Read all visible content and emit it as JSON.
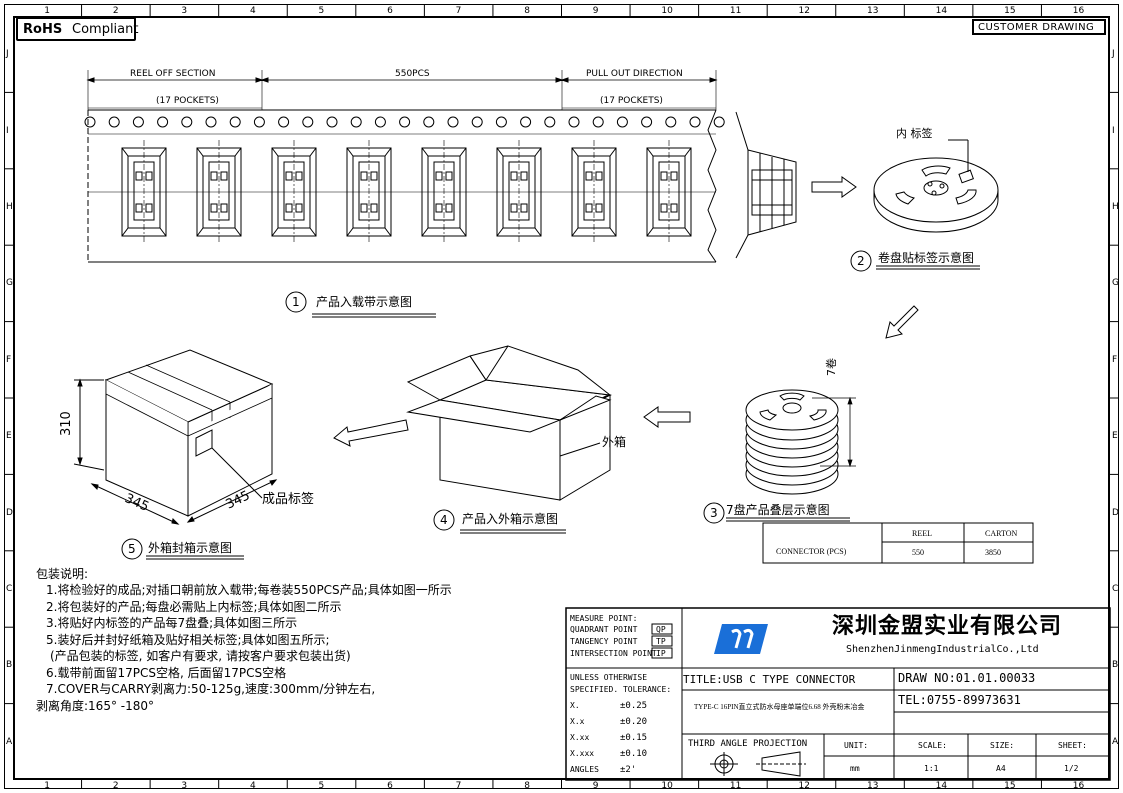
{
  "header": {
    "rohs_bold": "RoHS",
    "rohs_rest": "Compliant",
    "customer_drawing": "CUSTOMER DRAWING"
  },
  "border": {
    "columns": [
      "1",
      "2",
      "3",
      "4",
      "5",
      "6",
      "7",
      "8",
      "9",
      "10",
      "11",
      "12",
      "13",
      "14",
      "15",
      "16"
    ],
    "rows": [
      "J",
      "I",
      "H",
      "G",
      "F",
      "E",
      "D",
      "C",
      "B",
      "A"
    ]
  },
  "tape": {
    "reel_off_section": "REEL OFF SECTION",
    "pcs_count": "550PCS",
    "pull_out_direction": "PULL OUT DIRECTION",
    "pockets_left": "(17 POCKETS)",
    "pockets_right": "(17 POCKETS)"
  },
  "steps": {
    "s1_num": "1",
    "s1_label": "产品入载带示意图",
    "s2_num": "2",
    "s2_label": "卷盘贴标签示意图",
    "s3_num": "3",
    "s3_label": "7盘产品叠层示意图",
    "s4_num": "4",
    "s4_label": "产品入外箱示意图",
    "s5_num": "5",
    "s5_label": "外箱封箱示意图"
  },
  "reel": {
    "inner_label": "内 标签",
    "stack_label": "7卷"
  },
  "box": {
    "outer_box": "外箱",
    "dim_height": "310",
    "dim_depth": "345",
    "dim_width": "345",
    "product_label": "成品标签"
  },
  "qty_table": {
    "headers": [
      "",
      "REEL",
      "CARTON"
    ],
    "row_label": "CONNECTOR (PCS)",
    "reel_qty": "550",
    "carton_qty": "3850"
  },
  "notes": {
    "title": "包装说明:",
    "lines": [
      "1.将检验好的成品;对插口朝前放入载带;每卷装550PCS产品;具体如图一所示",
      "2.将包装好的产品;每盘必需贴上内标签;具体如图二所示",
      "3.将贴好内标签的产品每7盘叠;具体如图三所示",
      "5.装好后并封好纸箱及贴好相关标签;具体如图五所示;",
      "(产品包装的标签, 如客户有要求, 请按客户要求包装出货)",
      "6.载带前面留17PCS空格, 后面留17PCS空格",
      "7.COVER与CARRY剥离力:50-125g,速度:300mm/分钟左右,",
      "剥离角度:165° -180°"
    ]
  },
  "title_block": {
    "measure_point": "MEASURE POINT:",
    "quadrant_point": "QUADRANT POINT",
    "qp": "QP",
    "tangency_point": "TANGENCY POINT",
    "tp": "TP",
    "intersection_point": "INTERSECTION POINT",
    "ip": "IP",
    "company_cn": "深圳金盟实业有限公司",
    "company_en": "ShenzhenJinmengIndustrialCo.,Ltd",
    "unless": "UNLESS OTHERWISE",
    "specified": "SPECIFIED. TOLERANCE:",
    "tolerances": [
      {
        "k": "X.",
        "v": "±0.25"
      },
      {
        "k": "X.x",
        "v": "±0.20"
      },
      {
        "k": "X.xx",
        "v": "±0.15"
      },
      {
        "k": "X.xxx",
        "v": "±0.10"
      },
      {
        "k": "ANGLES",
        "v": "±2'"
      }
    ],
    "title": "TITLE:USB C TYPE CONNECTOR",
    "subtitle": "TYPE-C 16PIN直立式防水母座单端位6.68 外壳粉末冶金",
    "draw_no": "DRAW NO:01.01.00033",
    "tel": "TEL:0755-89973631",
    "projection": "THIRD ANGLE PROJECTION",
    "unit_label": "UNIT:",
    "unit_value": "mm",
    "scale_label": "SCALE:",
    "scale_value": "1:1",
    "size_label": "SIZE:",
    "size_value": "A4",
    "sheet_label": "SHEET:",
    "sheet_value": "1/2"
  }
}
